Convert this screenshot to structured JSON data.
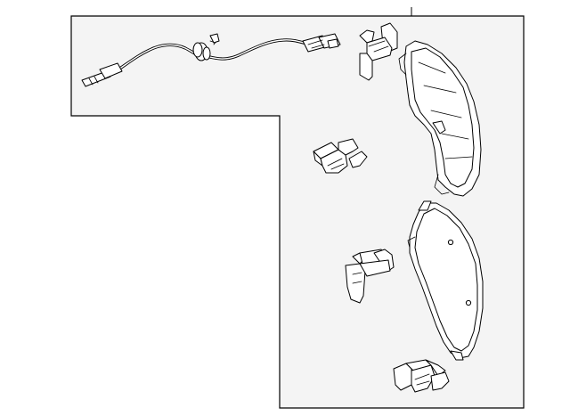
{
  "diagram": {
    "parts": [
      {
        "name": "wear-sensor",
        "kind": "wire harness with connectors"
      },
      {
        "name": "upper-abutment-clip",
        "kind": "pad clip"
      },
      {
        "name": "outer-brake-pad",
        "kind": "brake pad"
      },
      {
        "name": "middle-anti-rattle-clip",
        "kind": "pad clip"
      },
      {
        "name": "inner-brake-pad",
        "kind": "brake pad"
      },
      {
        "name": "lower-abutment-clip",
        "kind": "pad clip"
      },
      {
        "name": "bottom-anti-rattle-clip",
        "kind": "pad clip"
      }
    ],
    "colors": {
      "panel": "#f4f4f4",
      "line": "#000000",
      "part_fill": "#ffffff"
    }
  }
}
